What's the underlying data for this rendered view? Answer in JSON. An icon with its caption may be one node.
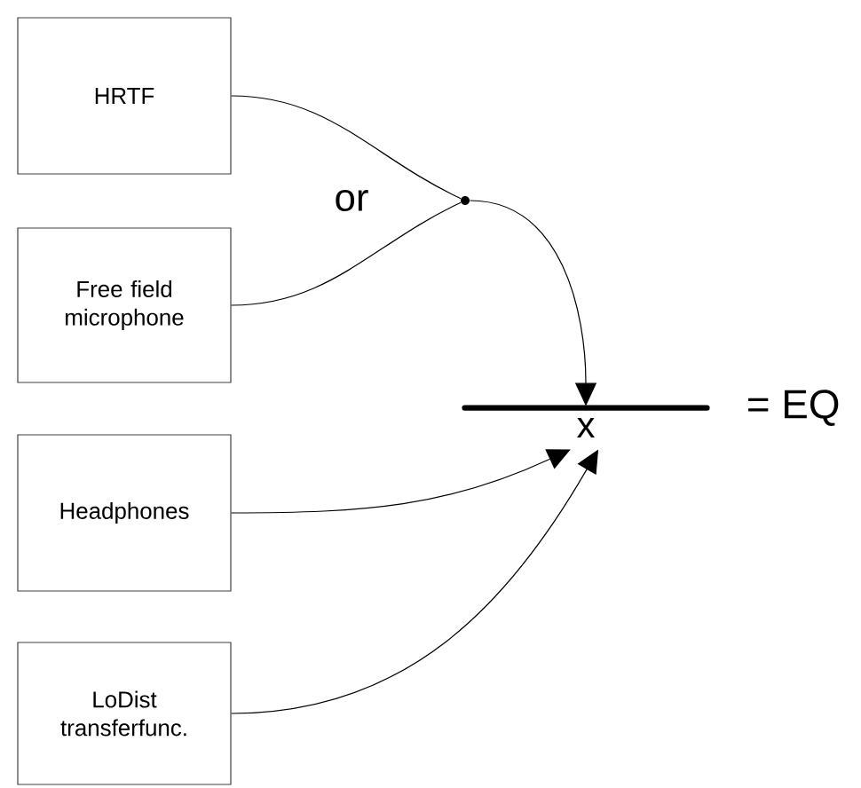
{
  "diagram": {
    "nodes": [
      {
        "text": [
          "HRTF"
        ]
      },
      {
        "text": [
          "Free field microphone"
        ]
      },
      {
        "text": [
          "Headphones"
        ]
      },
      {
        "text": [
          "LoDist transferfunc."
        ]
      },
      {
        "text": [],
        "shape": "circle"
      },
      {
        "text": [
          "x"
        ],
        "beside": [
          "= EQ"
        ]
      }
    ],
    "edges": [
      {
        "from": 0,
        "to": 4,
        "arrow": "none"
      },
      {
        "from": 1,
        "to": 4,
        "arrow": "none"
      },
      {
        "from": 4,
        "to": 5,
        "arrow": "to"
      },
      {
        "from": 2,
        "to": 5,
        "arrow": "to"
      },
      {
        "from": 3,
        "to": 5,
        "arrow": "to"
      }
    ],
    "labels": [
      "or"
    ]
  }
}
